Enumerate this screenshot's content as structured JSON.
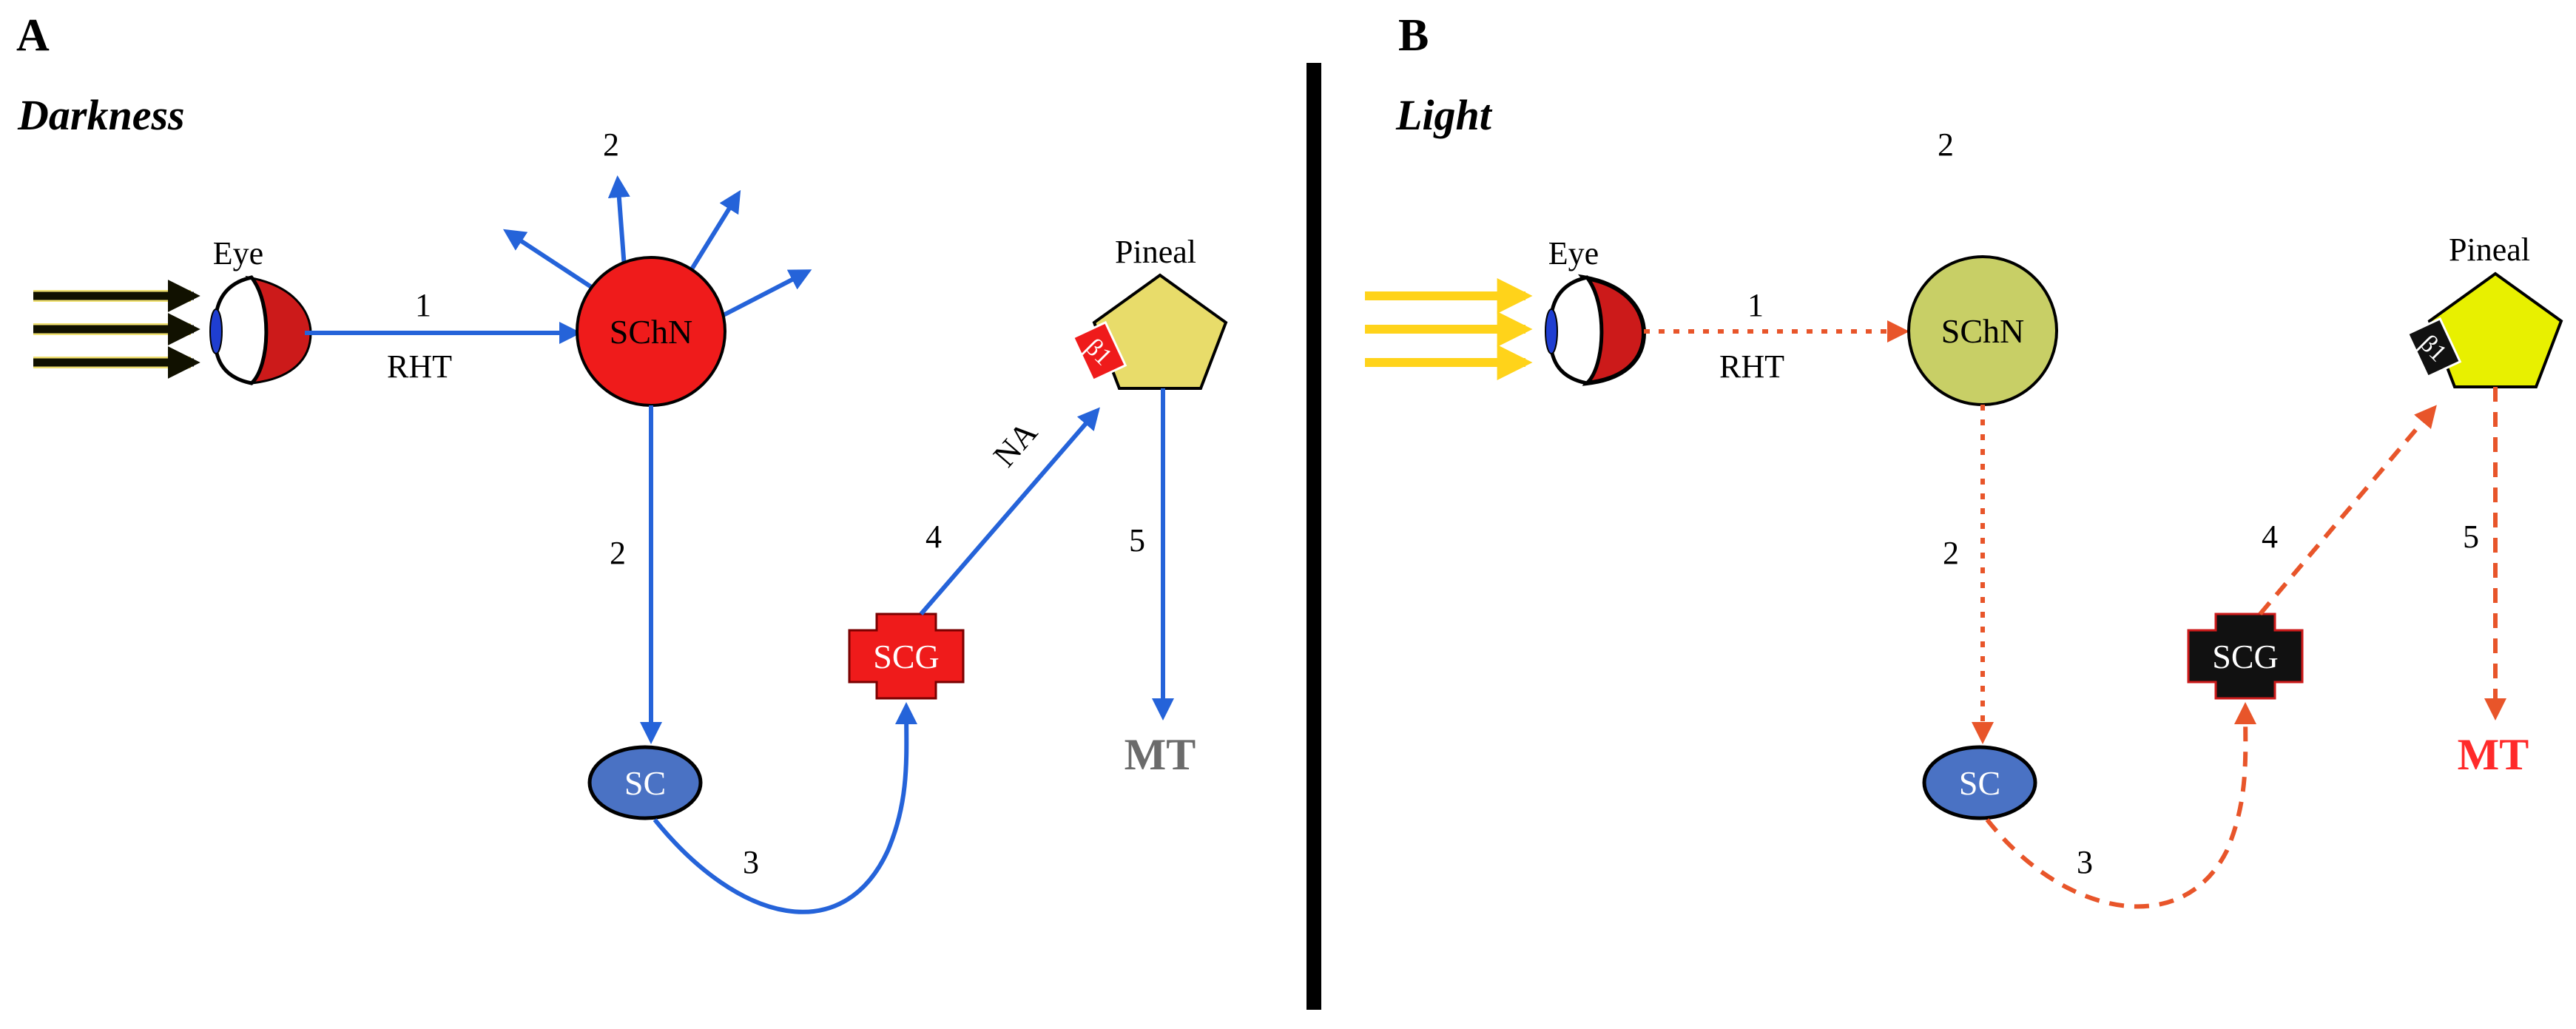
{
  "panels": {
    "A": {
      "letter": "A",
      "condition": "Darkness",
      "labels": {
        "eye": "Eye",
        "step1": "1",
        "rht": "RHT",
        "schn": "SChN",
        "step2_top": "2",
        "step2": "2",
        "sc": "SC",
        "step3": "3",
        "scg": "SCG",
        "step4": "4",
        "na": "NA",
        "pineal": "Pineal",
        "b1": "β1",
        "step5": "5",
        "mt": "MT"
      },
      "colors": {
        "arrows": "#2563d9",
        "schn_fill": "#ef1b1b",
        "scg_fill": "#ef1b1b",
        "pineal_fill": "#e8dc6a",
        "sc_fill": "#4a72c4",
        "mt_text": "#6b6b6b",
        "light_arrows": "#1a1a00"
      }
    },
    "B": {
      "letter": "B",
      "condition": "Light",
      "labels": {
        "eye": "Eye",
        "step1": "1",
        "rht": "RHT",
        "schn": "SChN",
        "step2_top": "2",
        "step2": "2",
        "sc": "SC",
        "step3": "3",
        "scg": "SCG",
        "step4": "4",
        "pineal": "Pineal",
        "b1": "β1",
        "step5": "5",
        "mt": "MT"
      },
      "colors": {
        "arrows": "#e8552a",
        "schn_fill": "#c8cf66",
        "scg_fill": "#111111",
        "pineal_fill": "#e8f000",
        "sc_fill": "#4a72c4",
        "mt_text": "#ff2a2a",
        "light_arrows": "#ffd31a"
      }
    }
  }
}
